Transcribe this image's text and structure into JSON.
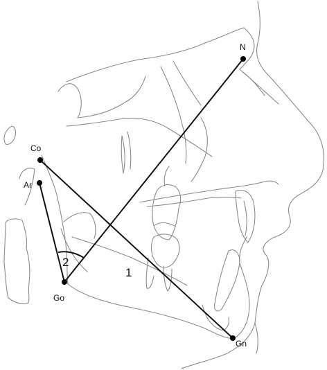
{
  "landmarks": {
    "N": {
      "label": "N"
    },
    "Co": {
      "label": "Co"
    },
    "Ar": {
      "label": "Ar"
    },
    "Go": {
      "label": "Go"
    },
    "Gn": {
      "label": "Gn"
    }
  },
  "measurements": {
    "angle_label": "2",
    "length_label": "1"
  },
  "colors": {
    "trace": "#8a8a8a",
    "measurement": "#111111"
  }
}
